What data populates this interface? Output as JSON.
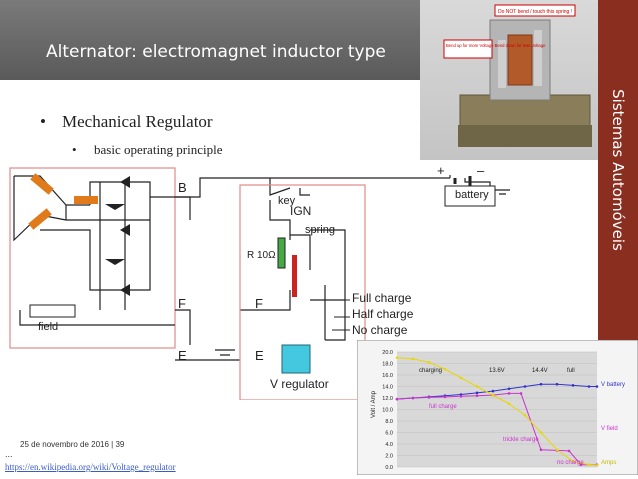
{
  "slide": {
    "title": "Alternator: electromagnet inductor type",
    "sidebar_text": "Sistemas Automóveis",
    "bullet_main": "Mechanical Regulator",
    "bullet_sub": "basic operating principle",
    "footer_date": "25 de novembro de 2016 | 39",
    "footer_dots": "...",
    "footer_link": "https://en.wikipedia.org/wiki/Voltage_regulator"
  },
  "photo": {
    "note_top": "Do NOT bend / touch this spring !",
    "note_left": "Bend up for more Voltage Bend down for less Voltage"
  },
  "circuit": {
    "label_b_left": "B",
    "label_f_left": "F",
    "label_e_left": "E",
    "label_field": "field",
    "label_key": "key",
    "label_plus": "+",
    "label_minus": "–",
    "label_battery": "battery",
    "label_ign": "IGN",
    "label_spring": "spring",
    "label_r100": "R 10Ω",
    "label_f_right": "F",
    "label_e_right": "E",
    "label_full": "Full charge",
    "label_half": "Half charge",
    "label_no": "No charge",
    "label_vreg": "V regulator"
  },
  "chart_data": {
    "type": "line",
    "ylabel": "Volt / Amp",
    "ylim": [
      0,
      20
    ],
    "yticks": [
      "20.0",
      "18.0",
      "16.0",
      "14.0",
      "12.0",
      "10.0",
      "8.0",
      "6.0",
      "4.0",
      "2.0",
      "0.0"
    ],
    "annotations": [
      "charging",
      "13.6V",
      "14.4V",
      "full",
      "full charge",
      "trickle charge",
      "no charge"
    ],
    "series": [
      {
        "name": "V battery",
        "color": "#3333cc",
        "x": [
          0,
          0.08,
          0.16,
          0.24,
          0.32,
          0.4,
          0.48,
          0.56,
          0.64,
          0.72,
          0.8,
          0.88,
          0.96,
          1.0
        ],
        "values": [
          11.8,
          12.0,
          12.2,
          12.4,
          12.6,
          12.9,
          13.2,
          13.6,
          14.0,
          14.4,
          14.4,
          14.2,
          14.0,
          14.0
        ]
      },
      {
        "name": "V field",
        "color": "#cc33cc",
        "x": [
          0,
          0.08,
          0.16,
          0.24,
          0.32,
          0.4,
          0.48,
          0.56,
          0.62,
          0.72,
          0.8,
          0.86,
          0.92,
          1.0
        ],
        "values": [
          11.8,
          12.0,
          12.1,
          12.2,
          12.3,
          12.4,
          12.5,
          12.8,
          12.8,
          3.0,
          2.9,
          2.8,
          0.4,
          0.4
        ]
      },
      {
        "name": "Amps",
        "color": "#e6d800",
        "x": [
          0,
          0.08,
          0.16,
          0.24,
          0.32,
          0.4,
          0.48,
          0.56,
          0.64,
          0.72,
          0.8,
          0.88,
          0.96,
          1.0
        ],
        "values": [
          19.0,
          18.8,
          18.2,
          17.0,
          15.5,
          14.0,
          12.5,
          11.0,
          9.0,
          6.0,
          3.0,
          1.0,
          0.4,
          0.3
        ]
      }
    ]
  }
}
